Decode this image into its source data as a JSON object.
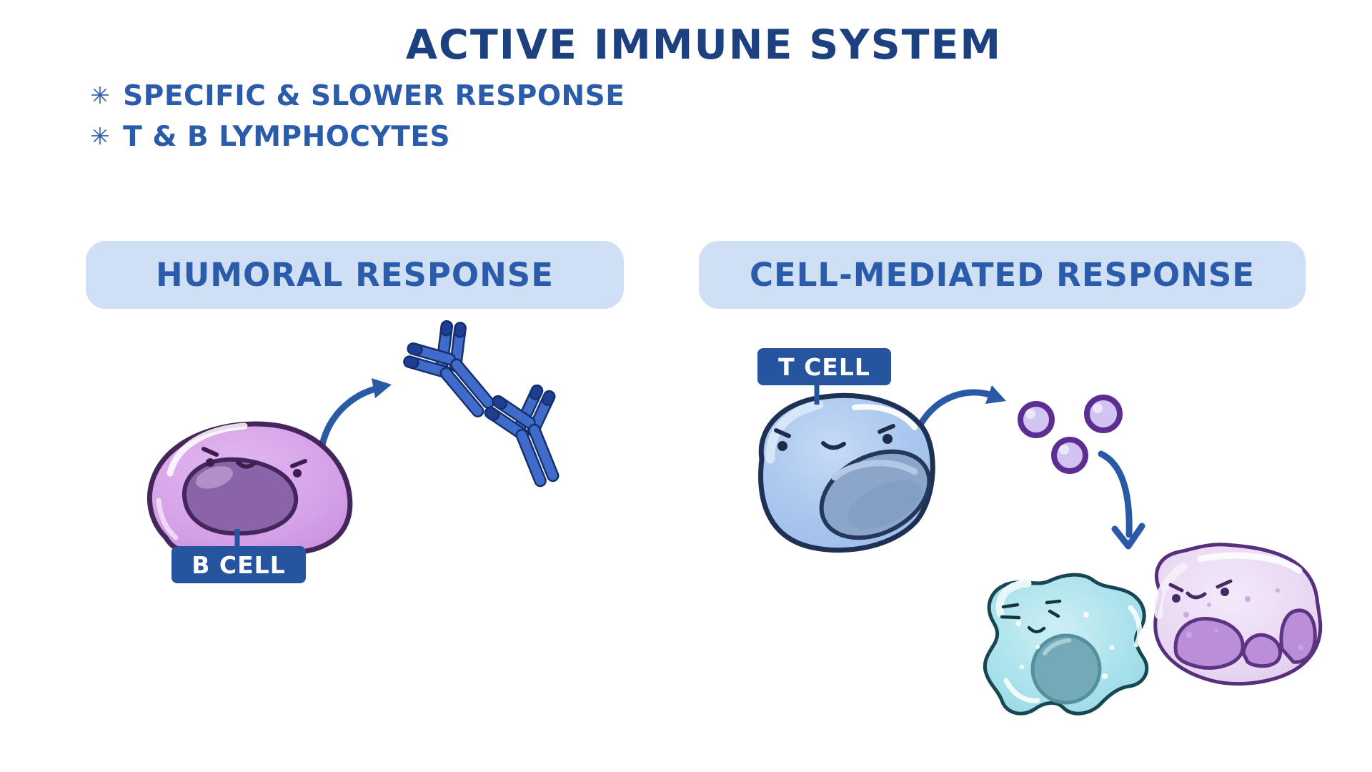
{
  "title": "ACTIVE IMMUNE SYSTEM",
  "bullets": [
    {
      "marker": "✳",
      "text": "SPECIFIC & SLOWER RESPONSE"
    },
    {
      "marker": "✳",
      "text": "T & B LYMPHOCYTES"
    }
  ],
  "humoral": {
    "header": "HUMORAL RESPONSE",
    "cell_label": "B CELL"
  },
  "cell_mediated": {
    "header": "CELL-MEDIATED RESPONSE",
    "cell_label": "T CELL"
  },
  "colors": {
    "title_navy": "#1c4080",
    "text_blue": "#2b5cab",
    "header_pill_bg": "#cfdff4",
    "label_box_bg": "#27549e",
    "label_text": "#ffffff",
    "arrow_blue": "#2a59a6",
    "antibody_blue": "#3f6cca",
    "antibody_tip_navy": "#1e3e92",
    "b_cell_purple": "#d7a5e8",
    "b_cell_nucleus": "#8a64a8",
    "t_cell_blue": "#aac7ee",
    "t_cell_nucleus": "#8ba6ca",
    "cytokine_fill": "#d2c3f0",
    "cytokine_ring": "#5c2d92",
    "macrophage_teal": "#a8e1eb",
    "target_cell_lavender": "#e9d8f3"
  }
}
